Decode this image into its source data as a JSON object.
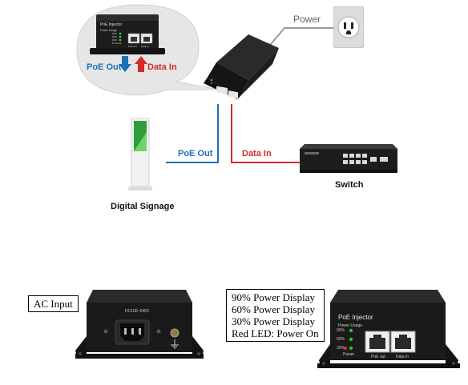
{
  "top_diagram": {
    "power_label": "Power",
    "bubble": {
      "device_title": "PoE Injector",
      "device_subtitle": "Power Usage",
      "led_labels": [
        "90%",
        "60%",
        "30%",
        "Power"
      ],
      "port_labels": [
        "PoE out",
        "Data in"
      ],
      "poe_out_label": "PoE Out",
      "data_in_label": "Data In"
    },
    "cable_poe_out_label": "PoE Out",
    "cable_data_in_label": "Data In",
    "switch_label": "Switch",
    "signage_label": "Digital Signage"
  },
  "bottom_left": {
    "caption": "AC Input",
    "device_spec": "DC100~240V"
  },
  "bottom_right": {
    "caption_lines": [
      "90% Power Display",
      "60% Power Display",
      "30% Power Display",
      "Red LED: Power On"
    ],
    "device_title": "PoE Injector",
    "device_subtitle": "Power Usage",
    "led_labels": [
      "90%",
      "60%",
      "30%",
      "Power"
    ],
    "port_labels": [
      "PoE out",
      "Data in"
    ]
  },
  "colors": {
    "poe_blue": "#1f6fb8",
    "data_red": "#d42a2a",
    "device_body": "#1c1c1c",
    "bubble_fill": "#e6e6e6",
    "led_green": "#2fbf3a",
    "led_red": "#e02020"
  }
}
